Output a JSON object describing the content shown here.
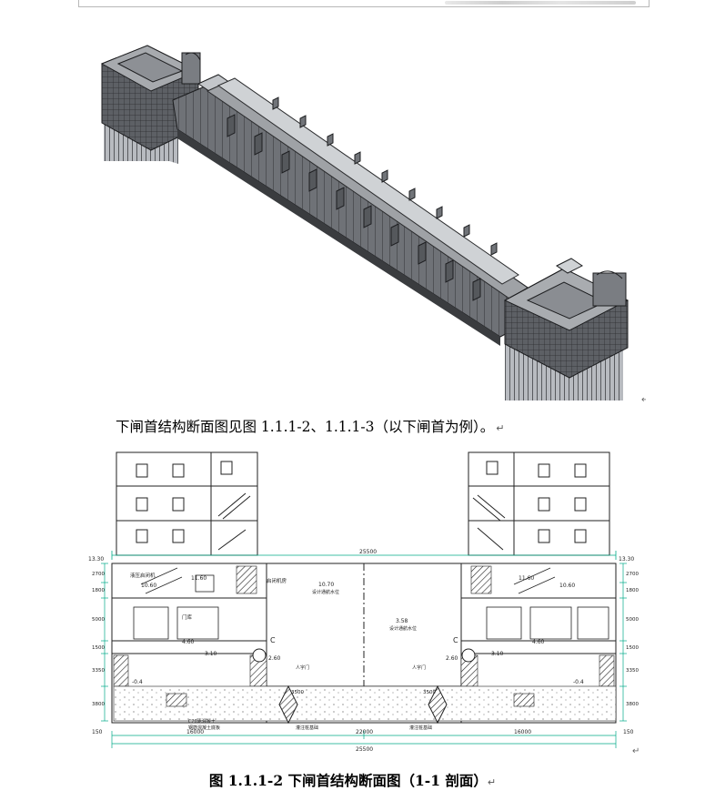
{
  "paragraph_text": "下闸首结构断面图见图 1.1.1-2、1.1.1-3（以下闸首为例）。",
  "return_mark": "↵",
  "figure_caption": "图 1.1.1-2 下闸首结构断面图（1-1 剖面）",
  "drawing": {
    "total_width": "25500",
    "inner_width": "22000",
    "half_width_left": "16000",
    "half_width_right": "16000",
    "edge_margin": "150",
    "top_elevation": "13.30",
    "elevations": [
      "11.60",
      "10.60",
      "4.60",
      "3.10",
      "2.60",
      "-0.4"
    ],
    "right_elevations": [
      "11.60",
      "10.60",
      "4.60",
      "3.10",
      "2.60",
      "-0.4"
    ],
    "water_levels": [
      "10.70",
      "3.58"
    ],
    "water_labels": [
      "设计通航水位",
      "设计通航水位"
    ],
    "left_rooms": [
      "液压启闭机",
      "门库",
      "启闭机房"
    ],
    "vertical_dims": [
      "2700",
      "1800",
      "5000",
      "1500",
      "3350",
      "3800"
    ],
    "section_marks": [
      "C",
      "C"
    ],
    "gate_labels": [
      "人字门",
      "人字门"
    ],
    "bottom_notes": [
      "C20素混凝土",
      "钢筋混凝土底板",
      "灌注桩基础"
    ],
    "span_dims": [
      "3500",
      "3500"
    ]
  }
}
